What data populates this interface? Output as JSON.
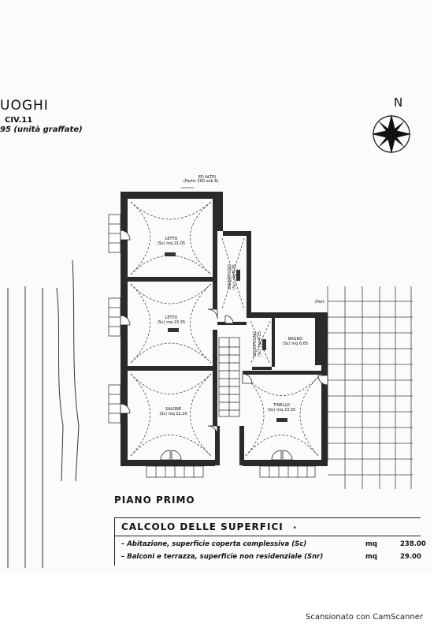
{
  "header": {
    "title": "UOGHI",
    "civ": "CIV.11",
    "note": "95 (unità graffate)",
    "north": "N",
    "parcel_top": "(Partic 260 sub 6)",
    "altri": "ED ALTRI",
    "parcel_right": "(Part"
  },
  "rooms": {
    "letto1": {
      "name": "LETTO",
      "area": "(Sc) mq 21.05"
    },
    "letto2": {
      "name": "LETTO",
      "area": "(Sc) mq 23.35"
    },
    "salone": {
      "name": "SALONE",
      "area": "(Sc) mq 22.20"
    },
    "tinello": {
      "name": "TINELLO",
      "area": "(Sc) mq 23.35"
    },
    "bagno": {
      "name": "BAGNO",
      "area": "(Sc) mq 6.65"
    },
    "disimpegno1": {
      "name": "DISIMPEGNO",
      "area": "(Sc) mq 4.35"
    },
    "disimpegno2": {
      "name": "DISIMPEGNO",
      "area": "(Sc) mq 4.25"
    }
  },
  "floor": {
    "title": "PIANO PRIMO"
  },
  "calc": {
    "title": "CALCOLO DELLE SUPERFICI",
    "dot": ".",
    "rows": [
      {
        "label": "– Abitazione, superficie coperta complessiva (Sc)",
        "unit": "mq",
        "value": "238.00"
      },
      {
        "label": "– Balconi e terrazza, superficie non residenziale (Snr)",
        "unit": "mq",
        "value": "29.00"
      }
    ]
  },
  "watermark": "Scansionato con CamScanner"
}
